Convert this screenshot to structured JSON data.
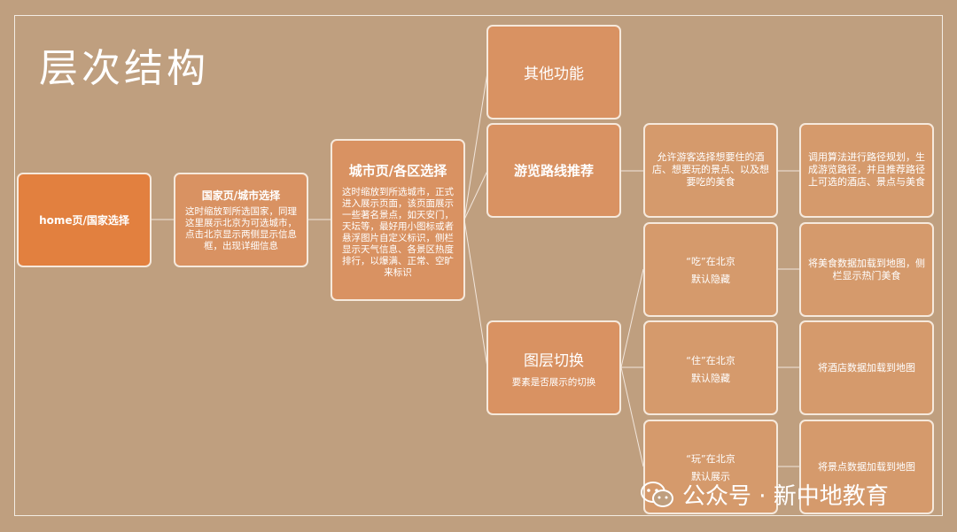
{
  "title": "层次结构",
  "nodes": {
    "home": {
      "title": "home页/国家选择"
    },
    "country": {
      "title": "国家页/城市选择",
      "desc": "这时缩放到所选国家，同理这里展示北京为可选城市，点击北京显示两侧显示信息框，出现详细信息"
    },
    "city": {
      "title": "城市页/各区选择",
      "desc": "这时缩放到所选城市，正式进入展示页面，该页面展示一些著名景点，如天安门，天坛等，最好用小图标或者悬浮图片自定义标识，侧栏显示天气信息、各景区热度排行，以爆满、正常、空旷来标识"
    },
    "other": {
      "title": "其他功能"
    },
    "route": {
      "title": "游览路线推荐"
    },
    "layers": {
      "title": "图层切换",
      "desc": "要素是否展示的切换"
    },
    "route_detail": {
      "text": "允许游客选择想要住的酒店、想要玩的景点、以及想要吃的美食"
    },
    "route_algo": {
      "text": "调用算法进行路径规划，生成游览路径，并且推荐路径上可选的酒店、景点与美食"
    },
    "eat": {
      "line1": "“吃”在北京",
      "line2": "默认隐藏"
    },
    "eat_detail": {
      "text": "将美食数据加载到地图，侧栏显示热门美食"
    },
    "stay": {
      "line1": "“住”在北京",
      "line2": "默认隐藏"
    },
    "stay_detail": {
      "text": "将酒店数据加载到地图"
    },
    "play": {
      "line1": "“玩”在北京",
      "line2": "默认展示"
    },
    "play_detail": {
      "text": "将景点数据加载到地图"
    }
  },
  "watermark": {
    "text": "公众号 · 新中地教育",
    "icon": "wechat-icon"
  },
  "colors": {
    "background": "#bf9f7f",
    "root": "#e2803f",
    "node": "#d99262",
    "border": "#f6e9dc"
  }
}
